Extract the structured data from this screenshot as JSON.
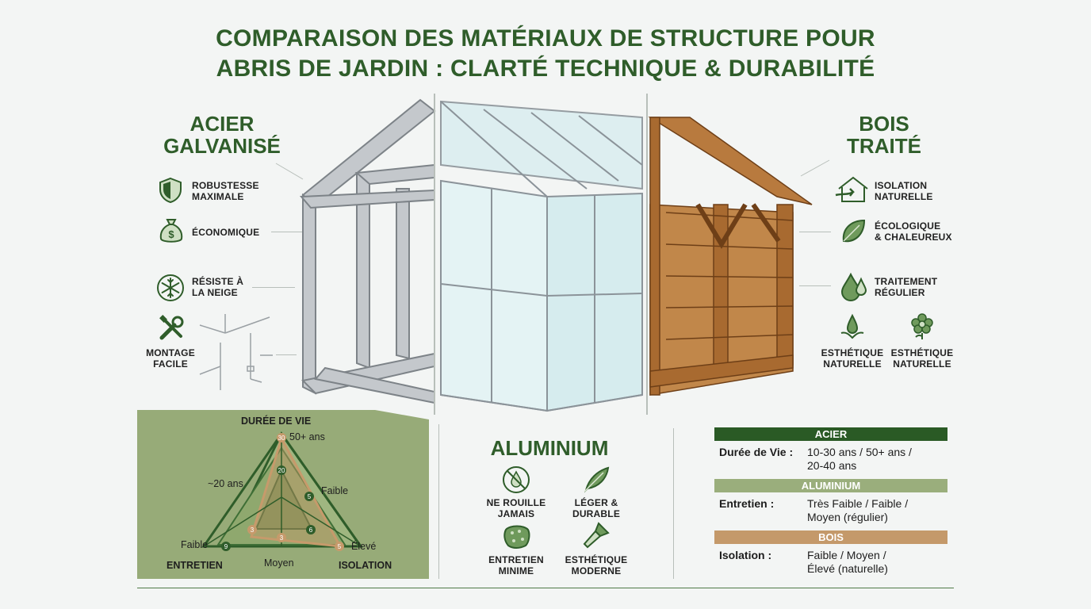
{
  "title": {
    "line1": "COMPARAISON DES MATÉRIAUX DE STRUCTURE POUR",
    "line2": "ABRIS DE JARDIN : CLARTÉ TECHNIQUE & DURABILITÉ"
  },
  "steel": {
    "heading_line1": "ACIER",
    "heading_line2": "GALVANISÉ",
    "features": [
      {
        "icon": "shield-icon",
        "line1": "ROBUSTESSE",
        "line2": "MAXIMALE"
      },
      {
        "icon": "money-bag-icon",
        "line1": "ÉCONOMIQUE",
        "line2": ""
      },
      {
        "icon": "snowflake-icon",
        "line1": "RÉSISTE À",
        "line2": "LA NEIGE"
      },
      {
        "icon": "tools-icon",
        "line1": "MONTAGE",
        "line2": "FACILE"
      }
    ]
  },
  "wood": {
    "heading_line1": "BOIS",
    "heading_line2": "TRAITÉ",
    "features": [
      {
        "icon": "house-arrow-icon",
        "line1": "ISOLATION",
        "line2": "NATURELLE"
      },
      {
        "icon": "leaf-icon",
        "line1": "ÉCOLOGIQUE",
        "line2": "& CHALEUREUX"
      },
      {
        "icon": "drops-icon",
        "line1": "TRAITEMENT",
        "line2": "RÉGULIER"
      },
      {
        "icon": "sprout-icon",
        "line1": "ESTHÉTIQUE",
        "line2": "NATURELLE"
      },
      {
        "icon": "flower-icon",
        "line1": "ESTHÉTIQUE",
        "line2": "NATURELLE"
      }
    ]
  },
  "aluminium": {
    "heading": "ALUMINIUM",
    "features": [
      {
        "icon": "no-rust-icon",
        "line1": "NE ROUILLE",
        "line2": "JAMAIS"
      },
      {
        "icon": "feather-icon",
        "line1": "LÉGER &",
        "line2": "DURABLE"
      },
      {
        "icon": "sponge-icon",
        "line1": "ENTRETIEN",
        "line2": "MINIME"
      },
      {
        "icon": "brush-icon",
        "line1": "ESTHÉTIQUE",
        "line2": "MODERNE"
      }
    ]
  },
  "radar": {
    "axis_top": "DURÉE DE VIE",
    "axis_left": "ENTRETIEN",
    "axis_right": "ISOLATION",
    "labels": {
      "top_value": "50+ ans",
      "mid_left": "~20 ans",
      "mid_right": "Faible",
      "bottom_left": "Faible",
      "bottom_mid": "Moyen",
      "bottom_right": "Élevé"
    },
    "markers": {
      "top_outer": "30",
      "top_inner": "20",
      "right_mid": "5",
      "right_inner": "6",
      "left_inner": "3",
      "bottom_inner": "3",
      "corner_left": "9",
      "corner_right": "5"
    },
    "colors": {
      "panel": "#97ab78",
      "outer": "#2f5d2a",
      "wood": "#c69a6b"
    }
  },
  "table": {
    "rows": [
      {
        "header": "ACIER",
        "header_color": "#2a5a25",
        "label": "Durée de Vie :",
        "value_line1": "10-30 ans / 50+ ans /",
        "value_line2": "20-40 ans"
      },
      {
        "header": "ALUMINIUM",
        "header_color": "#9aae7c",
        "label": "Entretien :",
        "value_line1": "Très Faible / Faible /",
        "value_line2": "Moyen (régulier)"
      },
      {
        "header": "BOIS",
        "header_color": "#c4996a",
        "label": "Isolation :",
        "value_line1": "Faible / Moyen /",
        "value_line2": "Élevé (naturelle)"
      }
    ]
  },
  "colors": {
    "accent": "#2f5d2a",
    "steel": "#a9aeb2",
    "wood": "#b06f35",
    "glass": "#d8ecee"
  }
}
